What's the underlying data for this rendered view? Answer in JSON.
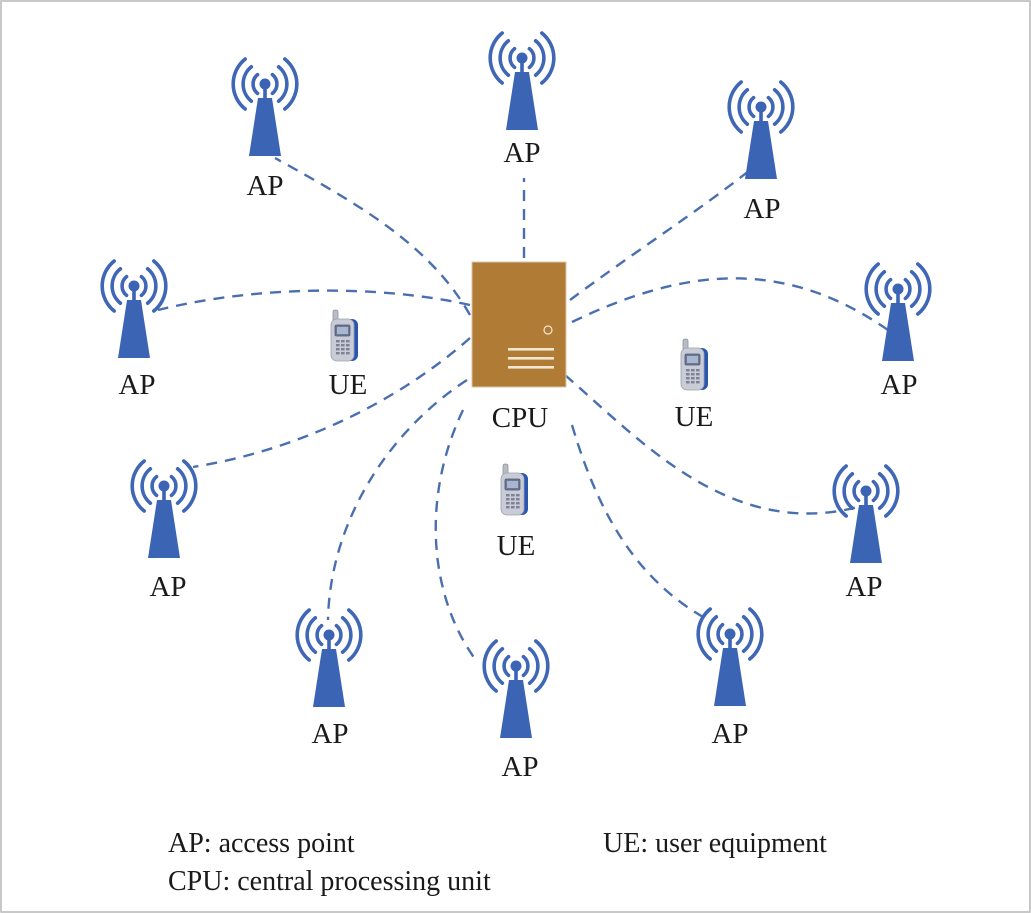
{
  "diagram": {
    "title": "",
    "colors": {
      "link": "#4a6fb0",
      "ap": "#3b64b5",
      "cpu_body": "#b07c35",
      "cpu_detail": "#f1e6d2",
      "phone_body": "#c9ccd6",
      "phone_accent": "#2b56b0",
      "text": "#1a1a1a",
      "frame": "#c8c8c8"
    },
    "cpu": {
      "id": "cpu",
      "label": "CPU",
      "icon": "server-icon"
    },
    "access_points": [
      {
        "id": "ap-top-left",
        "label": "AP",
        "icon": "antenna-tower-icon"
      },
      {
        "id": "ap-top",
        "label": "AP",
        "icon": "antenna-tower-icon"
      },
      {
        "id": "ap-top-right",
        "label": "AP",
        "icon": "antenna-tower-icon"
      },
      {
        "id": "ap-left",
        "label": "AP",
        "icon": "antenna-tower-icon"
      },
      {
        "id": "ap-right",
        "label": "AP",
        "icon": "antenna-tower-icon"
      },
      {
        "id": "ap-lower-left",
        "label": "AP",
        "icon": "antenna-tower-icon"
      },
      {
        "id": "ap-lower-right",
        "label": "AP",
        "icon": "antenna-tower-icon"
      },
      {
        "id": "ap-bottom-left",
        "label": "AP",
        "icon": "antenna-tower-icon"
      },
      {
        "id": "ap-bottom",
        "label": "AP",
        "icon": "antenna-tower-icon"
      },
      {
        "id": "ap-bottom-right",
        "label": "AP",
        "icon": "antenna-tower-icon"
      }
    ],
    "user_equipment": [
      {
        "id": "ue-left",
        "label": "UE",
        "icon": "mobile-phone-icon"
      },
      {
        "id": "ue-right",
        "label": "UE",
        "icon": "mobile-phone-icon"
      },
      {
        "id": "ue-center",
        "label": "UE",
        "icon": "mobile-phone-icon"
      }
    ],
    "links": [
      {
        "from": "cpu",
        "to": "ap-top-left",
        "style": "dashed"
      },
      {
        "from": "cpu",
        "to": "ap-top",
        "style": "dashed"
      },
      {
        "from": "cpu",
        "to": "ap-top-right",
        "style": "dashed"
      },
      {
        "from": "cpu",
        "to": "ap-left",
        "style": "dashed"
      },
      {
        "from": "cpu",
        "to": "ap-right",
        "style": "dashed"
      },
      {
        "from": "cpu",
        "to": "ap-lower-left",
        "style": "dashed"
      },
      {
        "from": "cpu",
        "to": "ap-lower-right",
        "style": "dashed"
      },
      {
        "from": "cpu",
        "to": "ap-bottom-left",
        "style": "dashed"
      },
      {
        "from": "cpu",
        "to": "ap-bottom",
        "style": "dashed"
      },
      {
        "from": "cpu",
        "to": "ap-bottom-right",
        "style": "dashed"
      }
    ],
    "legend": [
      {
        "key": "AP",
        "text": "AP: access point"
      },
      {
        "key": "UE",
        "text": "UE: user equipment"
      },
      {
        "key": "CPU",
        "text": "CPU: central processing unit"
      }
    ]
  }
}
